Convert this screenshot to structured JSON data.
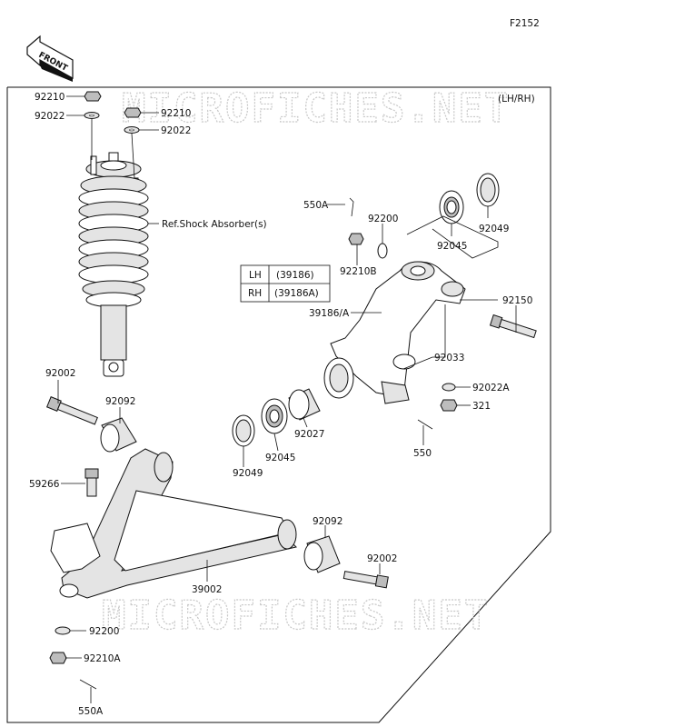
{
  "figure_code": "F2152",
  "front_label": "FRONT",
  "side_note": "(LH/RH)",
  "watermark": "MICROFICHES.NET",
  "ref_note": "Ref.Shock Absorber(s)",
  "variant_table": [
    {
      "side": "LH",
      "part": "(39186)"
    },
    {
      "side": "RH",
      "part": "(39186A)"
    }
  ],
  "callouts": {
    "p92210_top": "92210",
    "p92022_top": "92022",
    "p92210_mid": "92210",
    "p92022_mid": "92022",
    "p550A_top": "550A",
    "p92200_top": "92200",
    "p92210B": "92210B",
    "p92045_top": "92045",
    "p92049_top": "92049",
    "p92150": "92150",
    "p39186A": "39186/A",
    "p92033": "92033",
    "p92022A": "92022A",
    "p321": "321",
    "p550": "550",
    "p92002_top": "92002",
    "p92092_top": "92092",
    "p92027": "92027",
    "p92045_bot": "92045",
    "p92049_bot": "92049",
    "p59266": "59266",
    "p92092_bot": "92092",
    "p92002_bot": "92002",
    "p39002": "39002",
    "p92200_bot": "92200",
    "p92210A": "92210A",
    "p550A_bot": "550A"
  }
}
